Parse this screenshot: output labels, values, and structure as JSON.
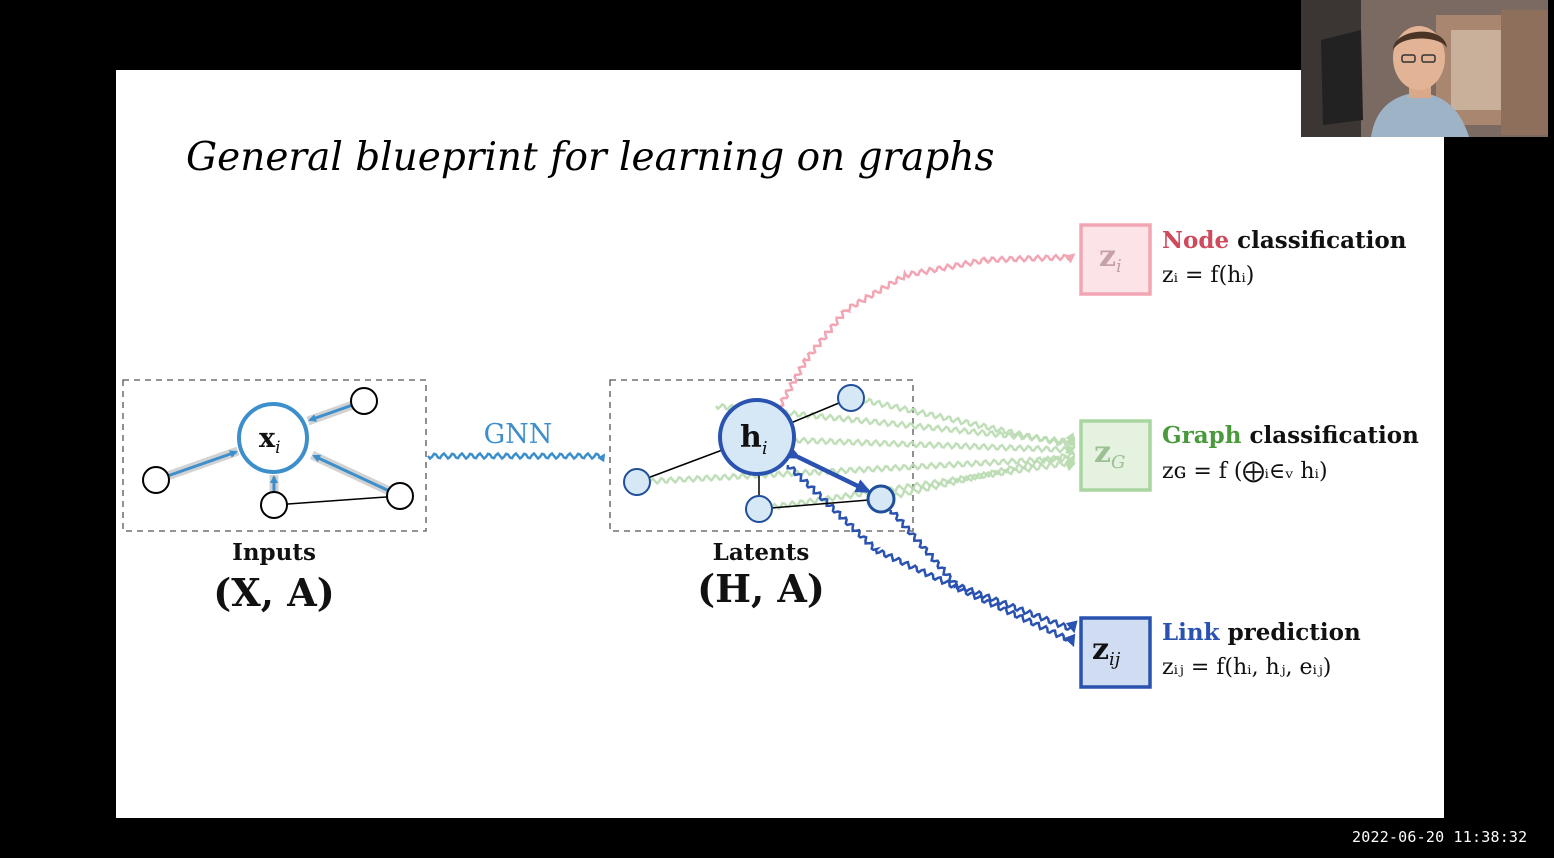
{
  "slide": {
    "title": "General blueprint for learning on graphs",
    "gnn_label": "GNN",
    "inputs": {
      "node_label": "x",
      "node_sub": "i",
      "caption": "Inputs",
      "pair": "(X, A)"
    },
    "latents": {
      "node_label": "h",
      "node_sub": "i",
      "caption": "Latents",
      "pair": "(H, A)"
    },
    "tasks": [
      {
        "box_main": "z",
        "box_sub": "i",
        "colored_word": "Node",
        "rest_word": "classification",
        "formula": "zᵢ = f(hᵢ)",
        "color": "#d04a5e",
        "box_stroke": "#f2a5b3",
        "box_fill": "#fbe3e8"
      },
      {
        "box_main": "z",
        "box_sub": "G",
        "colored_word": "Graph",
        "rest_word": "classification",
        "formula": "zɢ = f (⨁ᵢ∈ᵥ hᵢ)",
        "color": "#4a9a3c",
        "box_stroke": "#a9d6a0",
        "box_fill": "#e4f2df"
      },
      {
        "box_main": "z",
        "box_sub": "ij",
        "colored_word": "Link",
        "rest_word": "prediction",
        "formula": "zᵢⱼ = f(hᵢ, hⱼ, eᵢⱼ)",
        "color": "#2a52b0",
        "box_stroke": "#2a52b0",
        "box_fill": "#cfdcf1"
      }
    ]
  },
  "colors": {
    "background": "#000000",
    "slide": "#ffffff",
    "input_blue": "#3d8fcb",
    "latent_fill": "#d6e8f5"
  },
  "timestamp": "2022-06-20 11:38:32"
}
